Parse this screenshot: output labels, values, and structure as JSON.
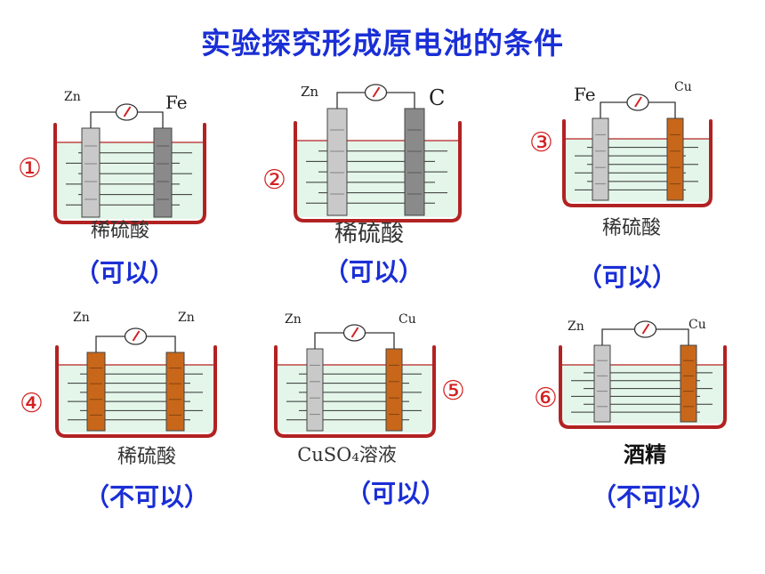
{
  "title": "实验探究形成原电池的条件",
  "colors": {
    "title": "#1a2fd6",
    "result": "#1a2fd6",
    "number": "#d32020",
    "beaker": "#b22222",
    "solution": "#e4f6ea",
    "zinc": "#c9c9c9",
    "iron": "#8a8a8a",
    "copper": "#c8671a"
  },
  "cells": [
    {
      "number": "①",
      "left_metal": "Zn",
      "right_metal": "Fe",
      "solution": "稀硫酸",
      "result": "（可以）",
      "left_color": "zinc",
      "right_color": "iron"
    },
    {
      "number": "②",
      "left_metal": "Zn",
      "right_metal": "C",
      "solution": "稀硫酸",
      "result": "（可以）",
      "left_color": "zinc",
      "right_color": "iron"
    },
    {
      "number": "③",
      "left_metal": "Fe",
      "right_metal": "Cu",
      "solution": "稀硫酸",
      "result": "（可以）",
      "left_color": "zinc",
      "right_color": "copper"
    },
    {
      "number": "④",
      "left_metal": "Zn",
      "right_metal": "Zn",
      "solution": "稀硫酸",
      "result": "（不可以）",
      "left_color": "copper",
      "right_color": "copper"
    },
    {
      "number": "⑤",
      "left_metal": "Zn",
      "right_metal": "Cu",
      "solution": "CuSO₄溶液",
      "result": "（可以）",
      "left_color": "zinc",
      "right_color": "copper"
    },
    {
      "number": "⑥",
      "left_metal": "Zn",
      "right_metal": "Cu",
      "solution": "酒精",
      "result": "（不可以）",
      "left_color": "zinc",
      "right_color": "copper"
    }
  ]
}
